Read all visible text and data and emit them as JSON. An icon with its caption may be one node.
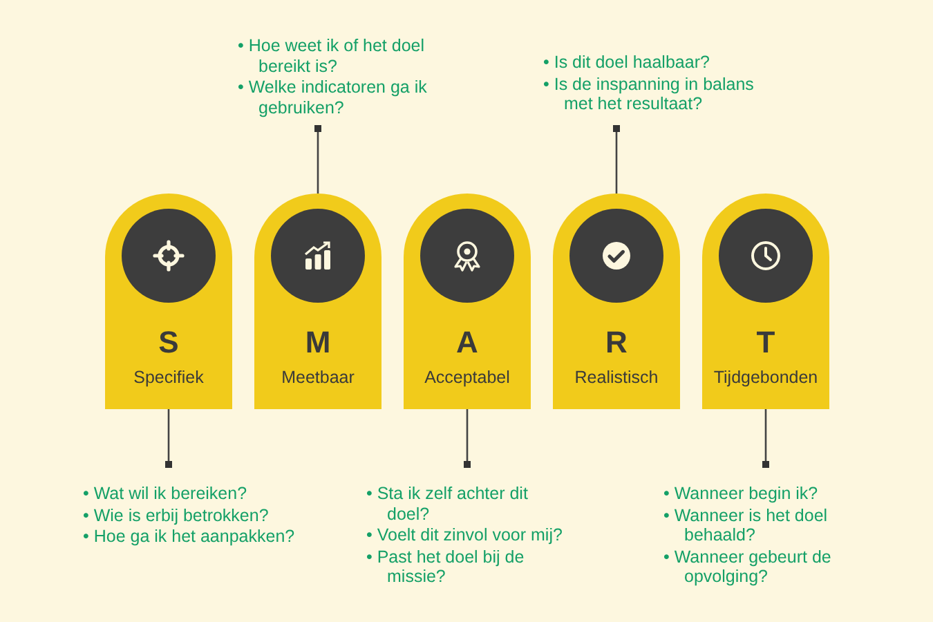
{
  "diagram": {
    "nodes": [
      {
        "text": [
          "S",
          "Specifiek"
        ]
      },
      {
        "text": [
          "M",
          "Meetbaar"
        ]
      },
      {
        "text": [
          "A",
          "Acceptabel"
        ]
      },
      {
        "text": [
          "R",
          "Realistisch"
        ]
      },
      {
        "text": [
          "T",
          "Tijdgebonden"
        ]
      },
      {
        "text": [
          "• Hoe weet ik of het doel bereikt is?",
          "• Welke indicatoren ga ik gebruiken?"
        ]
      },
      {
        "text": [
          "• Is dit doel haalbaar?",
          "• Is de inspanning in balans met het resultaat?"
        ]
      },
      {
        "text": [
          "• Wat wil ik bereiken?",
          "• Wie is erbij betrokken?",
          "• Hoe ga ik het aanpakken?"
        ]
      },
      {
        "text": [
          "• Sta ik zelf achter dit doel?",
          "• Voelt dit zinvol voor mij?",
          "• Past het doel bij de missie?"
        ]
      },
      {
        "text": [
          "• Wanneer begin ik?",
          "• Wanneer is het doel behaald?",
          "• Wanneer gebeurt de opvolging?"
        ]
      }
    ],
    "edges": [
      {
        "from": 1,
        "to": 5,
        "arrow": "other"
      },
      {
        "from": 3,
        "to": 6,
        "arrow": "other"
      },
      {
        "from": 0,
        "to": 7,
        "arrow": "other"
      },
      {
        "from": 2,
        "to": 8,
        "arrow": "other"
      },
      {
        "from": 4,
        "to": 9,
        "arrow": "other"
      }
    ]
  }
}
